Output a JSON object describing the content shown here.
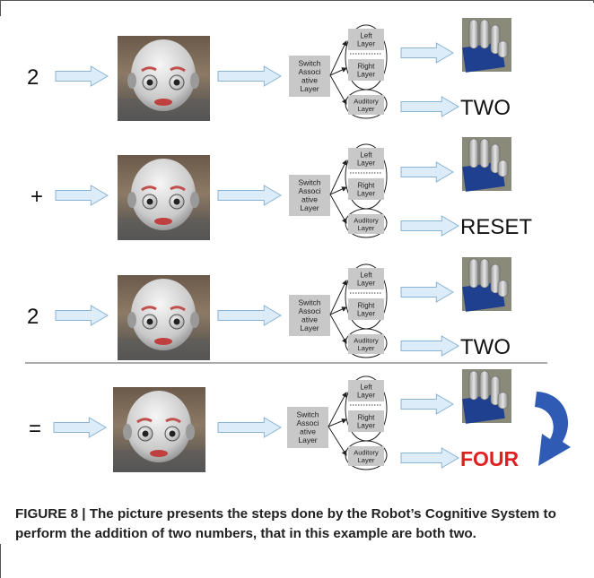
{
  "steps": [
    {
      "input": "2",
      "switch_label": [
        "Switch",
        "Associ",
        "ative",
        "Layer"
      ],
      "left_label": [
        "Left",
        "Layer"
      ],
      "right_label": [
        "Right",
        "Layer"
      ],
      "auditory_label": [
        "Auditory",
        "Layer"
      ],
      "output": "TWO",
      "output_color": "#111111"
    },
    {
      "input": "+",
      "switch_label": [
        "Switch",
        "Associ",
        "ative",
        "Layer"
      ],
      "left_label": [
        "Left",
        "Layer"
      ],
      "right_label": [
        "Right",
        "Layer"
      ],
      "auditory_label": [
        "Auditory",
        "Layer"
      ],
      "output": "RESET",
      "output_color": "#111111"
    },
    {
      "input": "2",
      "switch_label": [
        "Switch",
        "Associ",
        "ative",
        "Layer"
      ],
      "left_label": [
        "Left",
        "Layer"
      ],
      "right_label": [
        "Right",
        "Layer"
      ],
      "auditory_label": [
        "Auditory",
        "Layer"
      ],
      "output": "TWO",
      "output_color": "#111111"
    },
    {
      "input": "=",
      "switch_label": [
        "Switch",
        "Associ",
        "ative",
        "Layer"
      ],
      "left_label": [
        "Left",
        "Layer"
      ],
      "right_label": [
        "Right",
        "Layer"
      ],
      "auditory_label": [
        "Auditory",
        "Layer"
      ],
      "output": "FOUR",
      "output_color": "#e02020"
    }
  ],
  "caption": "FIGURE 8 | The picture presents the steps done by the Robot’s Cognitive System to perform the addition of two numbers, that in this example are both two.",
  "colors": {
    "arrow_fill": "#dcecf8",
    "arrow_stroke": "#8ab4d4",
    "box_fill": "#c8c8c8",
    "loop_arrow": "#2f5bb5",
    "glove": "#1f3f8f"
  }
}
